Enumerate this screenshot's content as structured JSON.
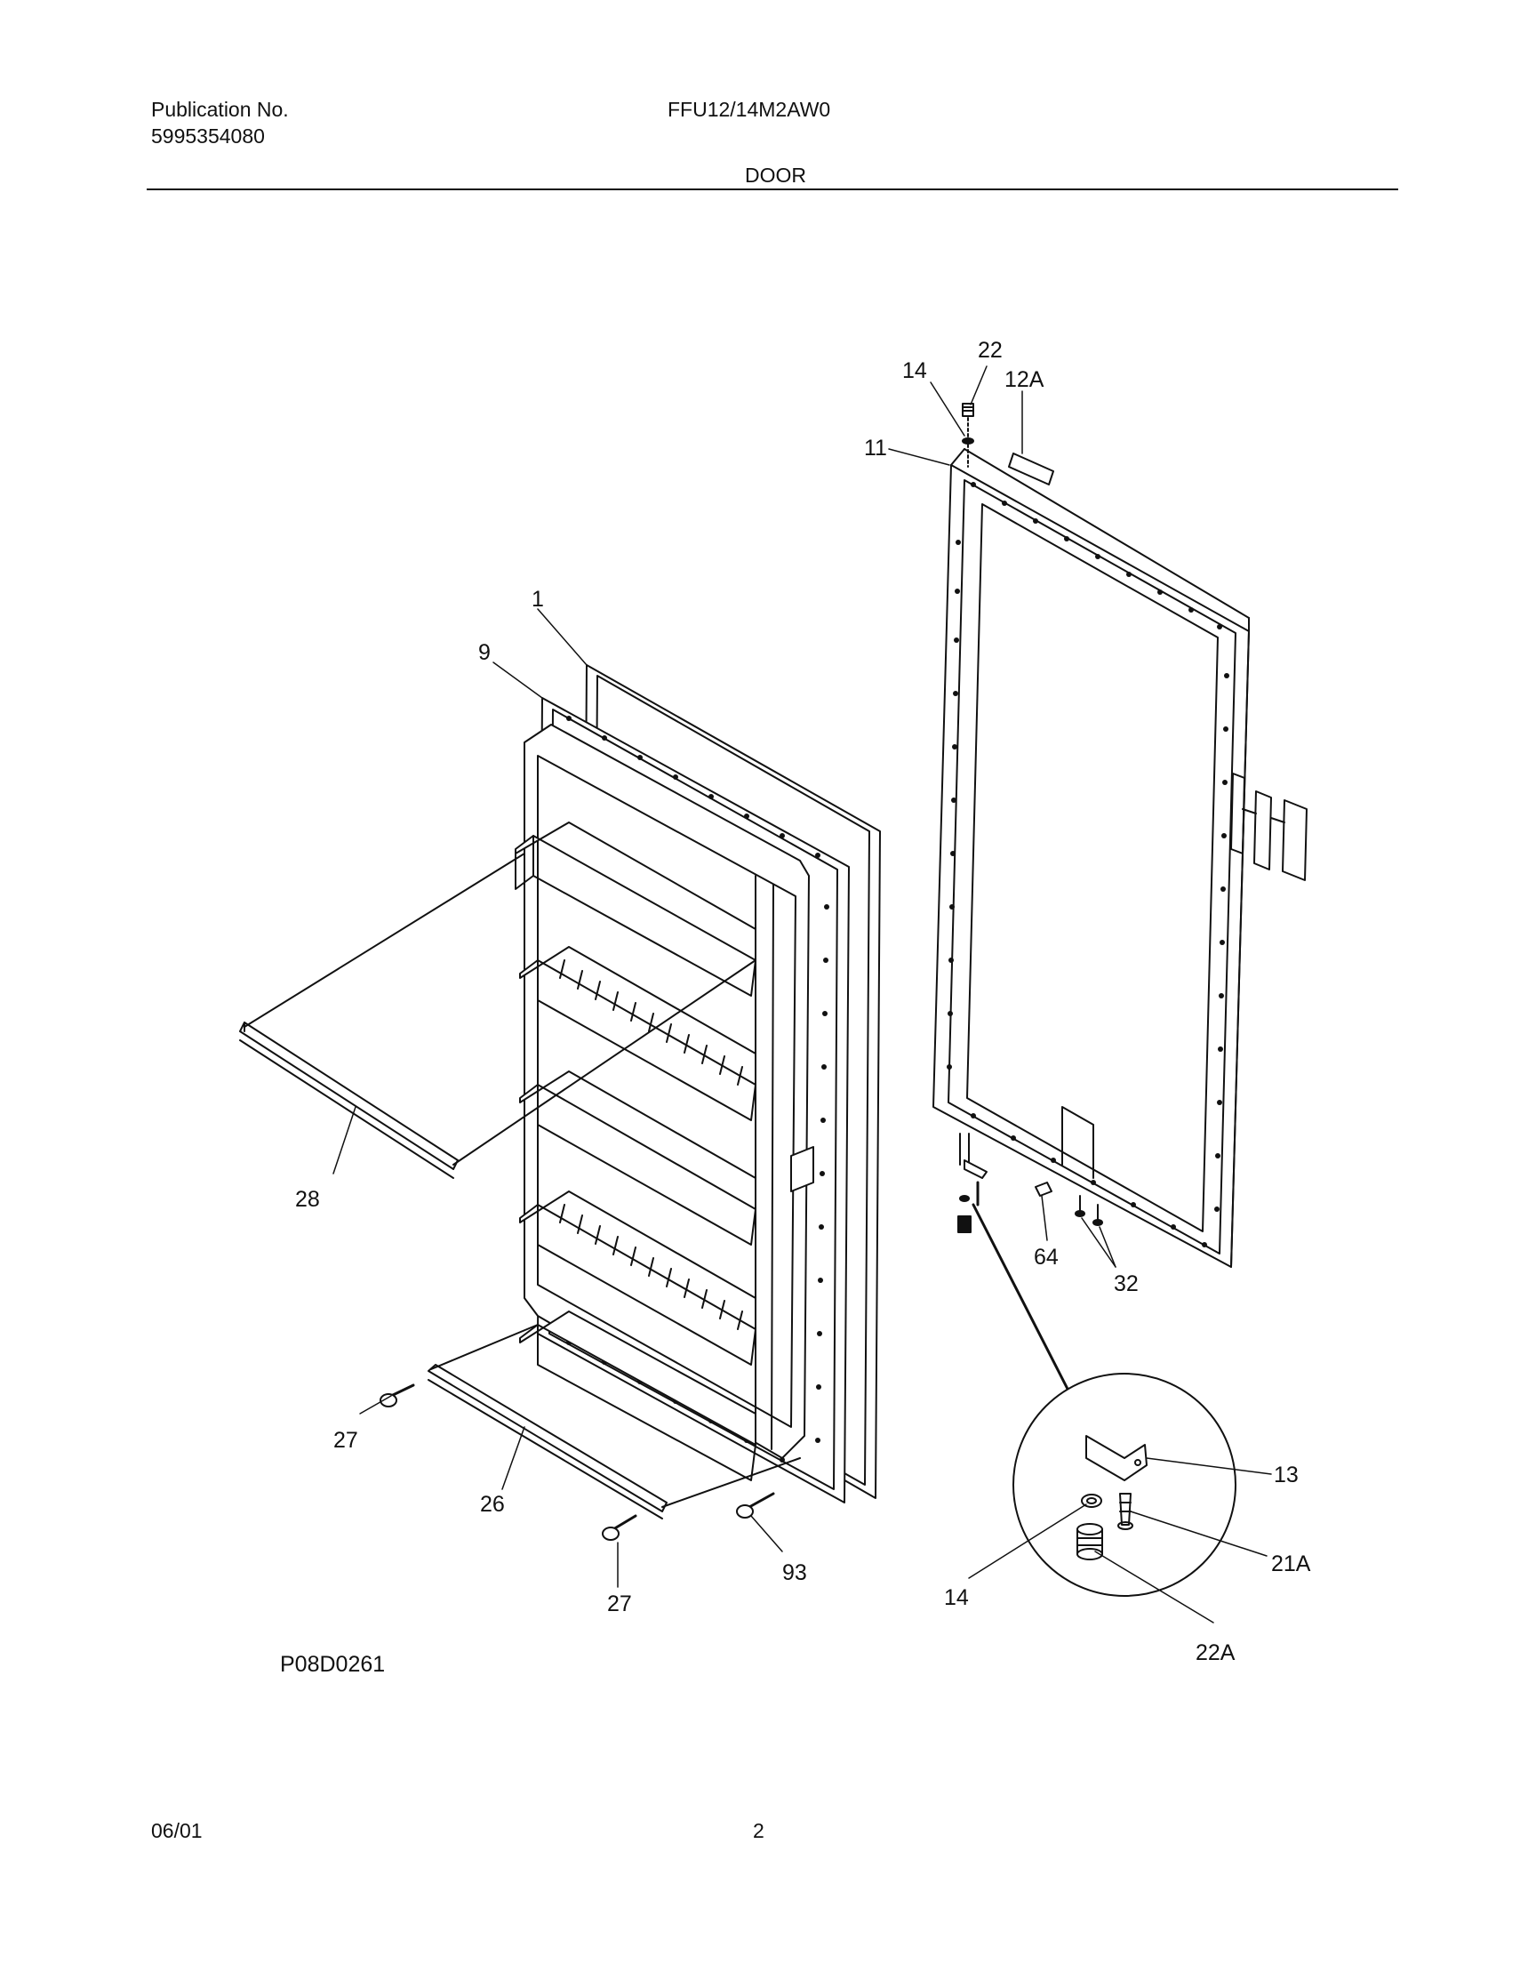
{
  "header": {
    "publication_label": "Publication No.",
    "publication_number": "5995354080",
    "model": "FFU12/14M2AW0",
    "section": "DOOR"
  },
  "diagram": {
    "callouts": [
      "1",
      "9",
      "28",
      "27",
      "26",
      "27",
      "93",
      "11",
      "14",
      "22",
      "12A",
      "64",
      "32",
      "13",
      "14",
      "21A",
      "22A"
    ],
    "drawing_id": "P08D0261"
  },
  "footer": {
    "date": "06/01",
    "page": "2"
  }
}
